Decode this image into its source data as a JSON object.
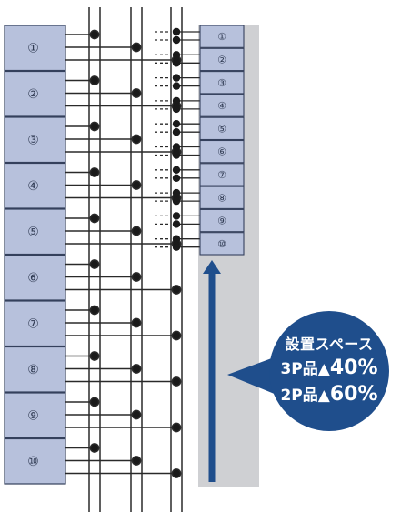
{
  "left_units": {
    "labels": [
      "①",
      "②",
      "③",
      "④",
      "⑤",
      "⑥",
      "⑦",
      "⑧",
      "⑨",
      "⑩"
    ]
  },
  "right_units": {
    "labels": [
      "①",
      "②",
      "③",
      "④",
      "⑤",
      "⑥",
      "⑦",
      "⑧",
      "⑨",
      "⑩"
    ]
  },
  "callout": {
    "title": "設置スペース",
    "line_3p_prefix": "3P品▲",
    "line_3p_value": "40%",
    "line_2p_prefix": "2P品▲",
    "line_2p_value": "60%"
  },
  "colors": {
    "unit_fill": "#b7c1dc",
    "unit_stroke": "#34405c",
    "line": "#2a2a2a",
    "dot": "#1a1a1a",
    "shaded_space": "#cfd0d3",
    "arrow": "#1f4e8c",
    "badge": "#1f4e8c"
  }
}
